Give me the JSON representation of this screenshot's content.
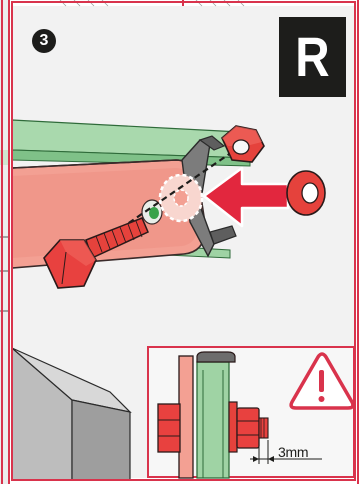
{
  "step": {
    "number": "3"
  },
  "side_badge": {
    "letter": "R"
  },
  "detail": {
    "gap_label": "3mm"
  },
  "colors": {
    "frame_red": "#d9334c",
    "tube_pink": "#f1978c",
    "green_channel": "#9fd3a4",
    "bolt_red": "#e8413f",
    "arrow_red": "#e2273e",
    "badge_dark": "#1d1d1b"
  },
  "icons": [
    "warning-triangle-icon",
    "insert-arrow-icon"
  ]
}
